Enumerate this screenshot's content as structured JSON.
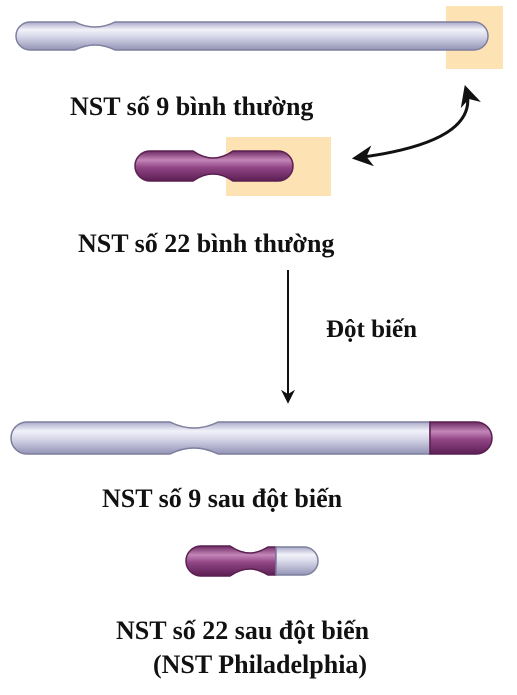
{
  "labels": {
    "chr9_normal": "NST số 9 bình thường",
    "chr22_normal": "NST số 22 bình thường",
    "mutation": "Đột biến",
    "chr9_after": "NST số 9 sau đột biến",
    "chr22_after": "NST số 22 sau đột biến",
    "philadelphia": "(NST Philadelphia)"
  },
  "colors": {
    "chr9": "#ccccdf",
    "chr9_outline": "#7e7e9e",
    "chr22": "#8b3d7e",
    "chr22_outline": "#5a1f50",
    "highlight": "#fde3b4",
    "arrow": "#111111"
  },
  "icons": {
    "swap_arrow": "curved-double-arrow-icon",
    "down_arrow": "arrow-down-icon"
  }
}
